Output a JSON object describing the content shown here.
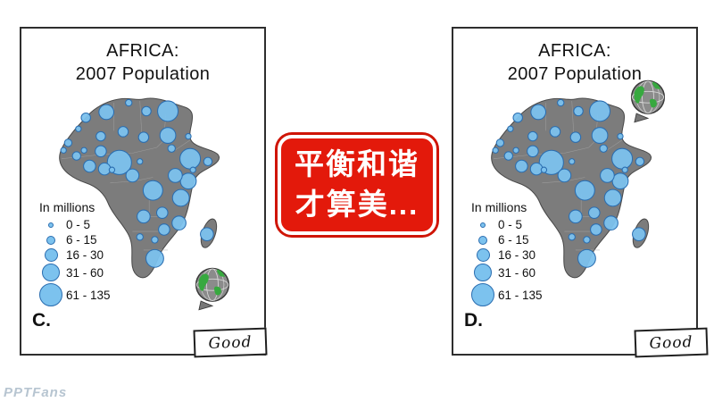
{
  "watermark": "PPTFans",
  "center_badge": {
    "lines": [
      "平衡和谐",
      "才算美..."
    ],
    "bg_color": "#e3190b",
    "text_color": "#ffffff"
  },
  "map_style": {
    "land_color": "#7c7c7c",
    "border_color": "#4a4a4a",
    "circle_fill": "#7cc2ee",
    "circle_stroke": "#2a6db0"
  },
  "map_circles": [
    [
      36,
      40,
      5
    ],
    [
      58,
      34,
      8
    ],
    [
      82,
      24,
      3.5
    ],
    [
      101,
      33,
      5
    ],
    [
      124,
      33,
      11
    ],
    [
      124,
      59,
      8.5
    ],
    [
      146,
      60,
      3
    ],
    [
      52,
      60,
      5
    ],
    [
      76,
      55,
      5.5
    ],
    [
      98,
      61,
      5.5
    ],
    [
      17,
      67,
      4
    ],
    [
      26,
      81,
      4.5
    ],
    [
      52,
      76,
      6
    ],
    [
      72,
      88,
      13
    ],
    [
      56,
      95,
      6.5
    ],
    [
      40,
      92,
      6.5
    ],
    [
      86,
      102,
      7
    ],
    [
      148,
      84,
      11
    ],
    [
      167,
      87,
      4.5
    ],
    [
      146,
      108,
      8.5
    ],
    [
      132,
      102,
      7.5
    ],
    [
      108,
      118,
      10.5
    ],
    [
      138,
      126,
      9
    ],
    [
      98,
      146,
      7
    ],
    [
      118,
      142,
      6
    ],
    [
      136,
      153,
      7.5
    ],
    [
      120,
      160,
      6
    ],
    [
      166,
      165,
      7
    ],
    [
      110,
      191,
      9.5
    ],
    [
      94,
      168,
      3.5
    ],
    [
      110,
      171,
      3.5
    ],
    [
      151,
      96,
      3
    ],
    [
      12,
      75,
      3
    ],
    [
      34,
      75,
      3
    ],
    [
      94,
      87,
      3
    ],
    [
      128,
      73,
      4
    ],
    [
      28,
      52,
      3
    ],
    [
      64,
      96,
      3
    ]
  ],
  "panels": [
    {
      "letter": "C.",
      "title_line1": "AFRICA:",
      "title_line2": "2007 Population",
      "good_label": "Good",
      "legend": {
        "header": "In millions",
        "classes": [
          {
            "label": "0 - 5",
            "d": 6
          },
          {
            "label": "6 - 15",
            "d": 10
          },
          {
            "label": "16 - 30",
            "d": 15
          },
          {
            "label": "31 - 60",
            "d": 20
          },
          {
            "label": "61 - 135",
            "d": 26
          }
        ]
      }
    },
    {
      "letter": "D.",
      "title_line1": "AFRICA:",
      "title_line2": "2007 Population",
      "good_label": "Good",
      "legend": {
        "header": "In millions",
        "classes": [
          {
            "label": "0 - 5",
            "d": 6
          },
          {
            "label": "6 - 15",
            "d": 10
          },
          {
            "label": "16 - 30",
            "d": 15
          },
          {
            "label": "31 - 60",
            "d": 20
          },
          {
            "label": "61 - 135",
            "d": 26
          }
        ]
      }
    }
  ]
}
